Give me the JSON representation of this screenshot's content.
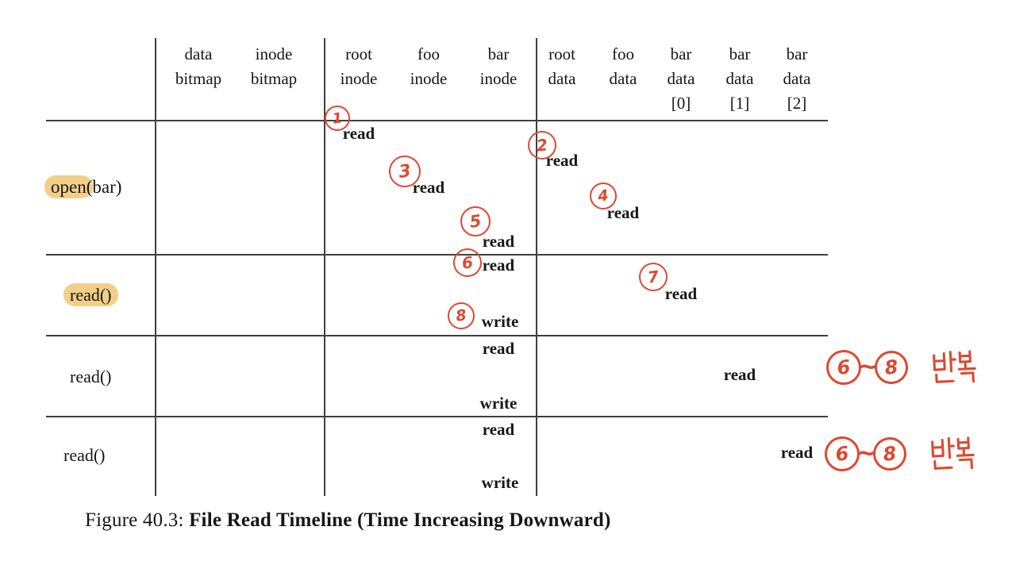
{
  "figure": {
    "caption": {
      "prefix": "Figure 40.3:",
      "title": "File Read Timeline (Time Increasing Downward)"
    }
  },
  "columns": [
    {
      "id": "data-bitmap",
      "l1": "data",
      "l2": "bitmap",
      "l3": ""
    },
    {
      "id": "inode-bitmap",
      "l1": "inode",
      "l2": "bitmap",
      "l3": ""
    },
    {
      "id": "root-inode",
      "l1": "root",
      "l2": "inode",
      "l3": ""
    },
    {
      "id": "foo-inode",
      "l1": "foo",
      "l2": "inode",
      "l3": ""
    },
    {
      "id": "bar-inode",
      "l1": "bar",
      "l2": "inode",
      "l3": ""
    },
    {
      "id": "root-data",
      "l1": "root",
      "l2": "data",
      "l3": ""
    },
    {
      "id": "foo-data",
      "l1": "foo",
      "l2": "data",
      "l3": ""
    },
    {
      "id": "bar-data-0",
      "l1": "bar",
      "l2": "data",
      "l3": "[0]"
    },
    {
      "id": "bar-data-1",
      "l1": "bar",
      "l2": "data",
      "l3": "[1]"
    },
    {
      "id": "bar-data-2",
      "l1": "bar",
      "l2": "data",
      "l3": "[2]"
    }
  ],
  "row_labels": [
    {
      "highlighted": "open",
      "plain": "(bar)"
    },
    {
      "highlighted": "read()",
      "plain": ""
    },
    {
      "plain": "read()"
    },
    {
      "plain": "read()"
    }
  ],
  "operations": [
    {
      "row": 1,
      "column": "root inode",
      "op": "read"
    },
    {
      "row": 1,
      "column": "root data",
      "op": "read"
    },
    {
      "row": 1,
      "column": "foo inode",
      "op": "read"
    },
    {
      "row": 1,
      "column": "foo data",
      "op": "read"
    },
    {
      "row": 1,
      "column": "bar inode",
      "op": "read"
    },
    {
      "row": 2,
      "column": "bar inode",
      "op": "read"
    },
    {
      "row": 2,
      "column": "bar data [0]",
      "op": "read"
    },
    {
      "row": 2,
      "column": "bar inode",
      "op": "write"
    },
    {
      "row": 3,
      "column": "bar inode",
      "op": "read"
    },
    {
      "row": 3,
      "column": "bar data [1]",
      "op": "read"
    },
    {
      "row": 3,
      "column": "bar inode",
      "op": "write"
    },
    {
      "row": 4,
      "column": "bar inode",
      "op": "read"
    },
    {
      "row": 4,
      "column": "bar data [2]",
      "op": "read"
    },
    {
      "row": 4,
      "column": "bar inode",
      "op": "write"
    }
  ],
  "annotations": {
    "ink_color": "#dc4a31",
    "circled_steps": [
      {
        "n": "1"
      },
      {
        "n": "2"
      },
      {
        "n": "3"
      },
      {
        "n": "4"
      },
      {
        "n": "5"
      },
      {
        "n": "6"
      },
      {
        "n": "7"
      },
      {
        "n": "8"
      }
    ],
    "repeats": [
      {
        "from": "6",
        "separator": "~",
        "to": "8",
        "label": "반복"
      },
      {
        "from": "6",
        "separator": "~",
        "to": "8",
        "label": "반복"
      }
    ]
  },
  "highlight_color": "#f2cf88"
}
